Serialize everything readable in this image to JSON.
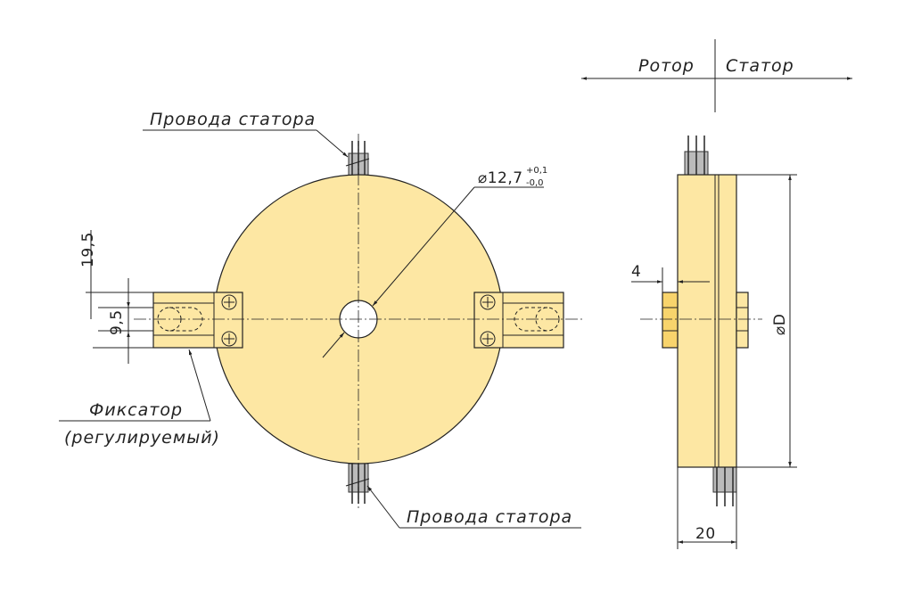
{
  "labels": {
    "rotor": "Ротор",
    "stator": "Статор",
    "wires_top": "Провода статора",
    "wires_bottom": "Провода статора",
    "bore_diameter": "⌀12,7",
    "bore_tol_upper": "+0,1",
    "bore_tol_lower": "-0,0",
    "dim_19_5": "19,5",
    "dim_9_5": "9,5",
    "fixator_line1": "Фиксатор",
    "fixator_line2": "(регулируемый)",
    "dim_4": "4",
    "dim_outer_d": "⌀D",
    "dim_20": "20"
  },
  "colors": {
    "body_fill": "#fde7a3",
    "body_dark": "#f8d46c",
    "line": "#222222"
  },
  "icons": {
    "screw": "cross-screw-icon",
    "arrow": "arrow-icon"
  }
}
